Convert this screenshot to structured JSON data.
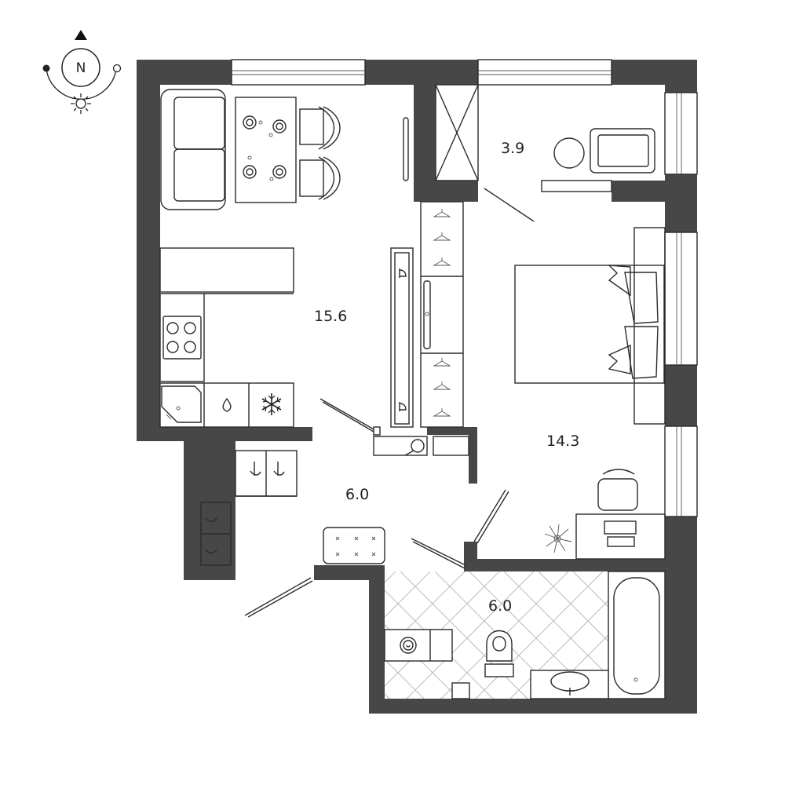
{
  "compass": {
    "north_label": "N"
  },
  "rooms": {
    "living_kitchen": {
      "area": "15.6"
    },
    "balcony": {
      "area": "3.9"
    },
    "bedroom": {
      "area": "14.3"
    },
    "hallway": {
      "area": "6.0"
    },
    "bathroom": {
      "area": "6.0"
    }
  },
  "colors": {
    "wall": "#474747",
    "line": "#2b2b2b",
    "tile": "#bdbdbd"
  },
  "icons": [
    "compass-icon",
    "sun-icon",
    "snowflake-icon",
    "water-drop-icon",
    "hanger-icon",
    "plant-icon"
  ]
}
